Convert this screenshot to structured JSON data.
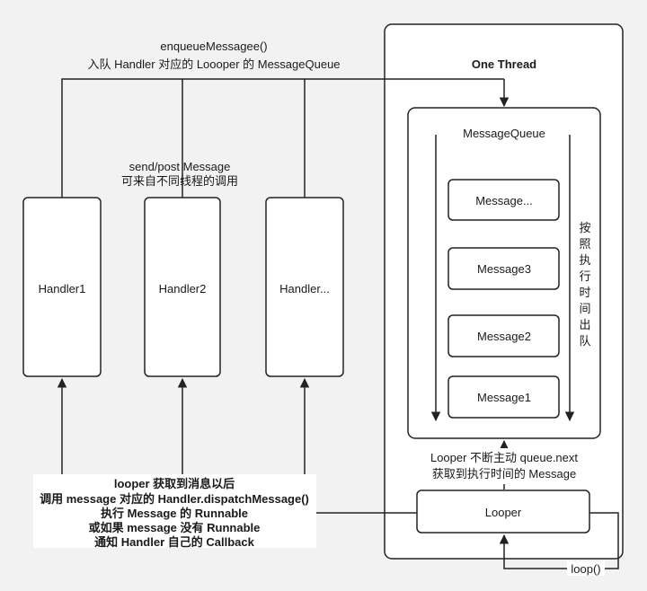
{
  "enqueue_label": {
    "line1": "enqueueMessagee()",
    "line2": "入队 Handler 对应的 Loooper 的 MessageQueue"
  },
  "send_label": {
    "line1": "send/post Message",
    "line2": "可来自不同线程的调用"
  },
  "handlers": [
    "Handler1",
    "Handler2",
    "Handler..."
  ],
  "thread_title": "One Thread",
  "queue_title": "MessageQueue",
  "messages": [
    "Message...",
    "Message3",
    "Message2",
    "Message1"
  ],
  "dequeue_label": [
    "按",
    "照",
    "执",
    "行",
    "时",
    "间",
    "出",
    "队"
  ],
  "looper_next_label": {
    "line1": "Looper 不断主动 queue.next",
    "line2": "获取到执行时间的 Message"
  },
  "looper_label": "Looper",
  "loop_label": "loop()",
  "dispatch_label": [
    "looper 获取到消息以后",
    "调用 message 对应的 Handler.dispatchMessage()",
    "执行 Message 的 Runnable",
    "或如果 message 没有 Runnable",
    "通知 Handler 自己的 Callback"
  ]
}
